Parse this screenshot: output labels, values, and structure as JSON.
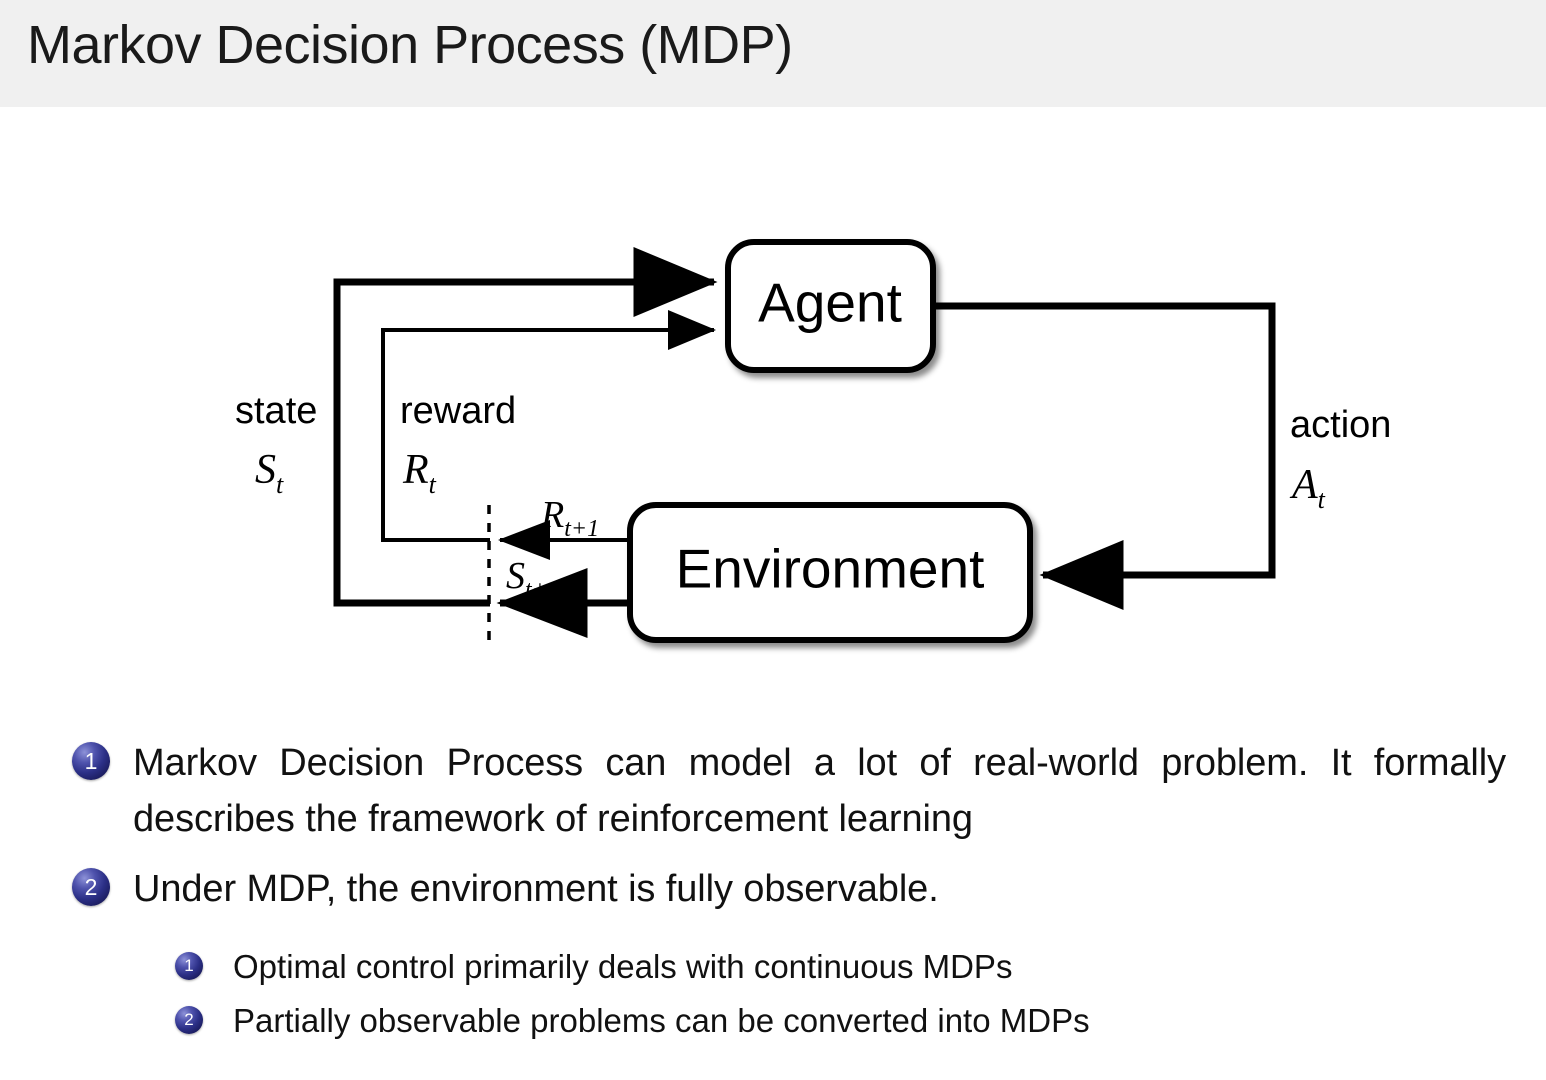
{
  "slide": {
    "title": "Markov Decision Process (MDP)",
    "background_color": "#FFFFFF",
    "title_band_color": "#F0F0F0",
    "bullet_color": "#2B2F86"
  },
  "diagram": {
    "name": "agent-environment-interaction-loop",
    "nodes": {
      "agent": "Agent",
      "environment": "Environment"
    },
    "labels": {
      "state_word": "state",
      "state_symbol": "S",
      "state_subscript": "t",
      "reward_word": "reward",
      "reward_symbol": "R",
      "reward_subscript": "t",
      "action_word": "action",
      "action_symbol": "A",
      "action_subscript": "t",
      "reward_next_symbol": "R",
      "reward_next_subscript": "t+1",
      "state_next_symbol": "S",
      "state_next_subscript": "t+1"
    }
  },
  "bullets": [
    {
      "marker": "1",
      "text": "Markov Decision Process can model a lot of real-world problem. It formally describes the framework of reinforcement learning"
    },
    {
      "marker": "2",
      "text": "Under MDP, the environment is fully observable."
    }
  ],
  "subbullets": [
    {
      "marker": "1",
      "text": "Optimal control primarily deals with continuous MDPs"
    },
    {
      "marker": "2",
      "text": "Partially observable problems can be converted into MDPs"
    }
  ]
}
